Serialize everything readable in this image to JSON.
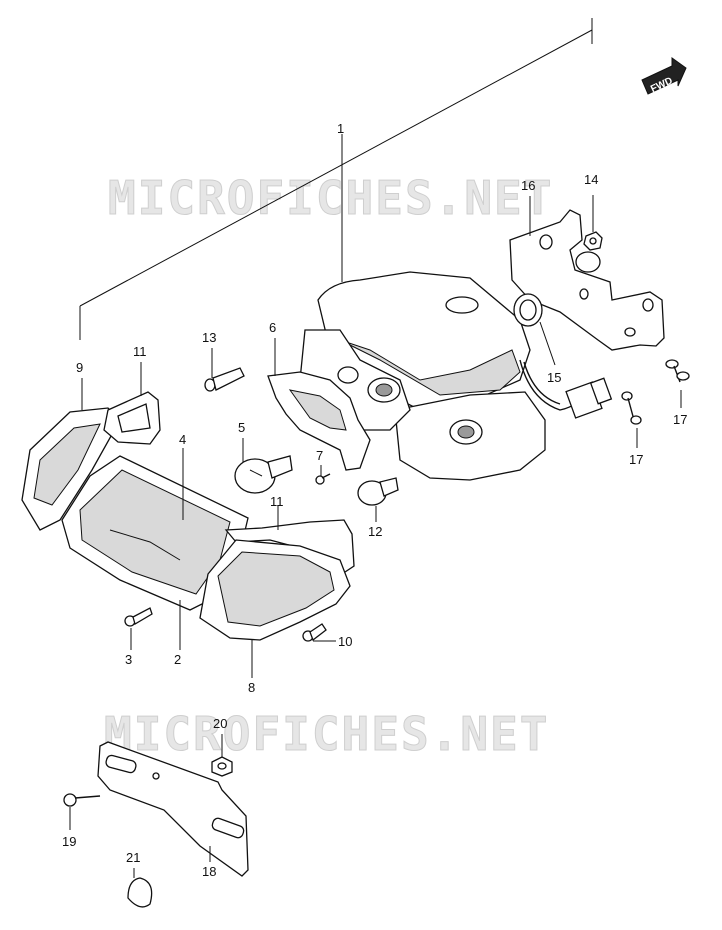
{
  "watermarks": [
    "MICROFICHES.NET",
    "MICROFICHES.NET"
  ],
  "direction_label": "FWD",
  "callouts": {
    "c1": "1",
    "c2": "2",
    "c3": "3",
    "c4": "4",
    "c5": "5",
    "c6": "6",
    "c7": "7",
    "c8": "8",
    "c9": "9",
    "c10": "10",
    "c11a": "11",
    "c11b": "11",
    "c12": "12",
    "c13": "13",
    "c14": "14",
    "c15": "15",
    "c16": "16",
    "c17a": "17",
    "c17b": "17",
    "c18": "18",
    "c19": "19",
    "c20": "20",
    "c21": "21"
  },
  "colors": {
    "line": "#111111",
    "watermark": "#e6e6e6",
    "background": "#ffffff"
  }
}
